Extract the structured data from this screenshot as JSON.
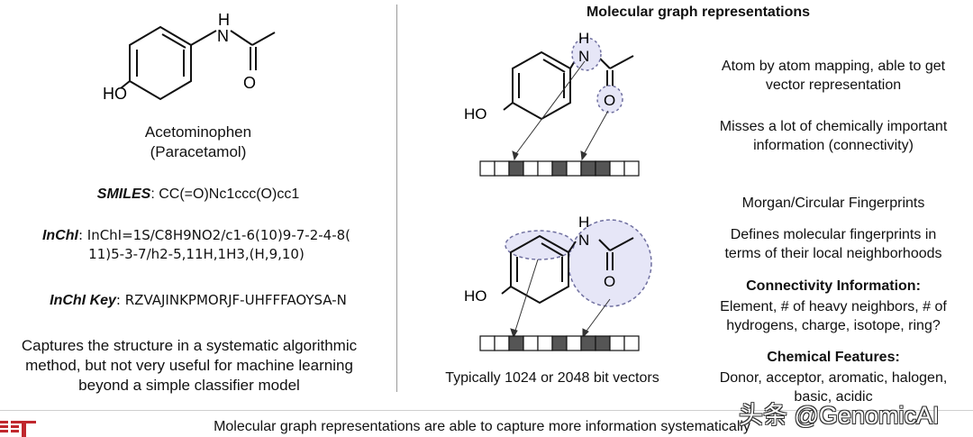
{
  "left": {
    "molecule_name": "Acetominophen",
    "molecule_alt_name": "(Paracetamol)",
    "smiles_label": "SMILES",
    "smiles_value": ": CC(=O)Nc1ccc(O)cc1",
    "inchi_label": "InChI",
    "inchi_value_line1": ": InChI=1S/C8H9NO2/c1-6(10)9-7-2-4-8(",
    "inchi_value_line2": "11)5-3-7/h2-5,11H,1H3,(H,9,10)",
    "inchikey_label": "InChI Key",
    "inchikey_value": ": RZVAJINKPMORJF-UHFFFAOYSA-N",
    "caption_line1": "Captures the structure in a systematic algorithmic",
    "caption_line2": "method, but not very useful for machine learning",
    "caption_line3": "beyond a simple classifier model"
  },
  "atoms": {
    "H": "H",
    "N": "N",
    "O": "O",
    "HO": "HO"
  },
  "right": {
    "title": "Molecular graph representations",
    "atom_mapping_line1": "Atom by atom mapping, able to get",
    "atom_mapping_line2": "vector representation",
    "misses_line1": "Misses a lot of chemically important",
    "misses_line2": "information (connectivity)",
    "morgan": "Morgan/Circular Fingerprints",
    "defines_line1": "Defines molecular fingerprints in",
    "defines_line2": "terms of their local neighborhoods",
    "connectivity_heading": "Connectivity Information:",
    "connectivity_line1": "Element, # of heavy neighbors, # of",
    "connectivity_line2": "hydrogens, charge, isotope, ring?",
    "chemical_heading": "Chemical Features:",
    "chemical_line1": "Donor, acceptor, aromatic, halogen,",
    "chemical_line2": "basic, acidic",
    "bit_vectors": "Typically 1024 or 2048 bit vectors"
  },
  "bit_vector_top": [
    0,
    0,
    1,
    0,
    0,
    1,
    0,
    1,
    1,
    0,
    0
  ],
  "bit_vector_bottom": [
    0,
    0,
    1,
    0,
    0,
    1,
    0,
    1,
    1,
    0,
    0
  ],
  "footer": {
    "summary": "Molecular graph representations are able to capture more information systematically",
    "watermark": "头条 @GenomicAI"
  },
  "colors": {
    "logo_red": "#c0272d",
    "filled_bit": "#555555",
    "highlight_fill": "#e6e6f7",
    "highlight_stroke": "#7070a0"
  }
}
